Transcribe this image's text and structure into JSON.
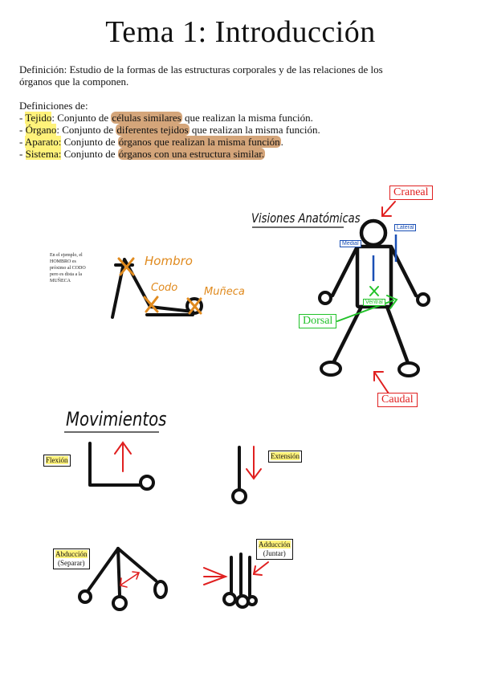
{
  "title": "Tema 1: Introducción",
  "definition": {
    "line1": "Definición: Estudio de la formas de las estructuras corporales y de las relaciones de los",
    "line2": "órganos que la componen."
  },
  "definitions_header": "Definiciones de:",
  "terms": [
    {
      "dash": "- ",
      "term": "Tejido",
      "pre": ": Conjunto de ",
      "hl": "células similares",
      "post": " que realizan la misma función."
    },
    {
      "dash": "- ",
      "term": "Órgano",
      "pre": ": Conjunto de ",
      "hl": "diferentes tejidos",
      "post": " que realizan la misma función."
    },
    {
      "dash": "- ",
      "term": "Aparato:",
      "pre": " Conjunto de ",
      "hl": "órganos que realizan la misma función",
      "post": "."
    },
    {
      "dash": "- ",
      "term": "Sistema:",
      "pre": " Conjunto de ",
      "hl": "órganos con una estructura similar.",
      "post": ""
    }
  ],
  "arm_note": [
    "En el ejemplo, el",
    "HOMBRO es",
    "próximo al CODO",
    "pero es dista a la",
    "MUÑECA"
  ],
  "arm_labels": {
    "hombro": "Hombro",
    "codo": "Codo",
    "muneca": "Muñeca"
  },
  "anatomic": {
    "heading": "Visiones Anatómicas",
    "craneal": "Craneal",
    "caudal": "Caudal",
    "dorsal": "Dorsal",
    "ventral": "Ventral",
    "medial": "Medial",
    "lateral": "Lateral"
  },
  "movements": {
    "heading": "Movimientos",
    "flexion": "Flexión",
    "extension": "Extensión",
    "abduccion": "Abducción",
    "abduccion_sub": "(Separar)",
    "adduccion": "Adducción",
    "adduccion_sub": "(Juntar)"
  },
  "colors": {
    "red": "#e02020",
    "blue": "#1a4fb5",
    "green": "#22c22a",
    "orange": "#e08a1e",
    "highlight_yellow": "#fff27a",
    "highlight_brown": "#d4a57a"
  }
}
